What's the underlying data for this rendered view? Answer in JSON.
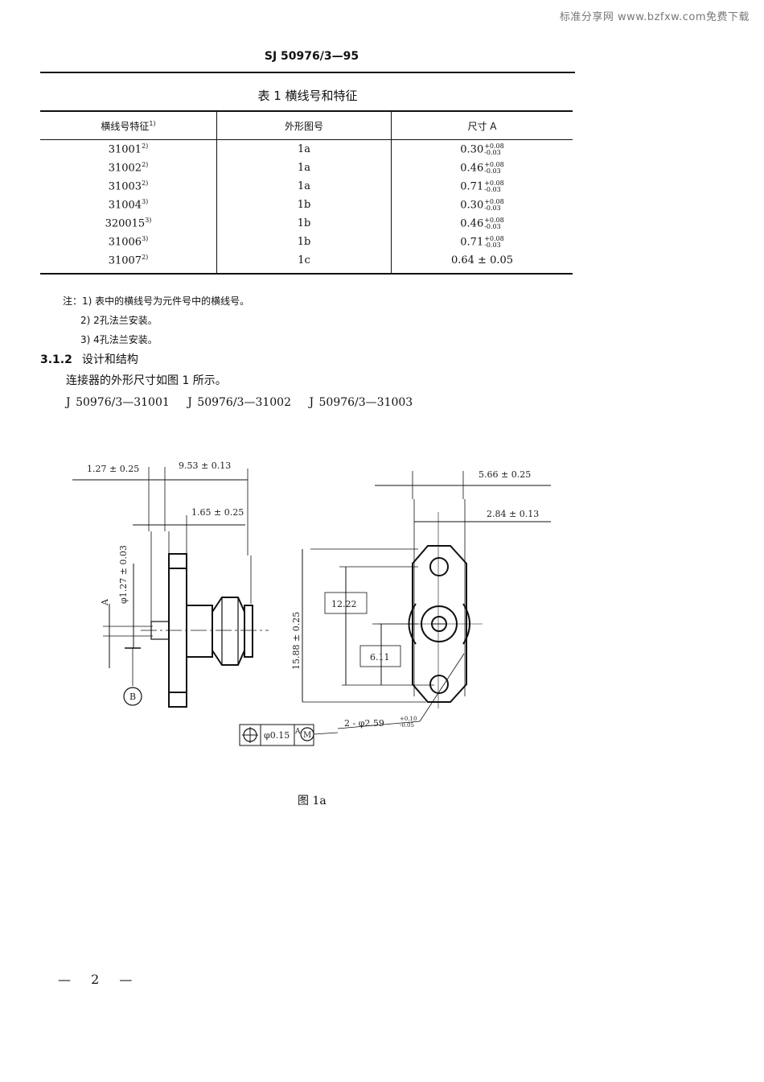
{
  "watermark": "标准分享网 www.bzfxw.com免费下载",
  "header": {
    "doc_id": "SJ 50976/3—95"
  },
  "table": {
    "title": "表 1  横线号和特征",
    "columns": [
      {
        "label": "横线号特征",
        "sup": "1)"
      },
      {
        "label": "外形图号"
      },
      {
        "label": "尺寸 A"
      }
    ],
    "rows": [
      {
        "code": "31001",
        "sup": "2)",
        "fig": "1a",
        "base": "0.30",
        "tol_plus": "+0.08",
        "tol_minus": "-0.03"
      },
      {
        "code": "31002",
        "sup": "2)",
        "fig": "1a",
        "base": "0.46",
        "tol_plus": "+0.08",
        "tol_minus": "-0.03"
      },
      {
        "code": "31003",
        "sup": "2)",
        "fig": "1a",
        "base": "0.71",
        "tol_plus": "+0.08",
        "tol_minus": "-0.03"
      },
      {
        "code": "31004",
        "sup": "3)",
        "fig": "1b",
        "base": "0.30",
        "tol_plus": "+0.08",
        "tol_minus": "-0.03"
      },
      {
        "code": "320015",
        "sup": "3)",
        "fig": "1b",
        "base": "0.46",
        "tol_plus": "+0.08",
        "tol_minus": "-0.03"
      },
      {
        "code": "31006",
        "sup": "3)",
        "fig": "1b",
        "base": "0.71",
        "tol_plus": "+0.08",
        "tol_minus": "-0.03"
      },
      {
        "code": "31007",
        "sup": "2)",
        "fig": "1c",
        "base": "0.64 ± 0.05",
        "tol_plus": "",
        "tol_minus": ""
      }
    ]
  },
  "notes": [
    "注：1)  表中的横线号为元件号中的横线号。",
    "2)  2孔法兰安装。",
    "3)  4孔法兰安装。"
  ],
  "section": {
    "number": "3.1.2",
    "title": "设计和结构"
  },
  "paragraph": "连接器的外形尺寸如图 1 所示。",
  "part_numbers": [
    "J 50976/3—31001",
    "J 50976/3—31002",
    "J 50976/3—31003"
  ],
  "drawing": {
    "side_view": {
      "dim_flange_offset": "1.27 ± 0.25",
      "dim_length": "9.53 ± 0.13",
      "dim_flange_thickness": "1.65 ± 0.25",
      "dim_pin_diameter": "φ1.27 ± 0.03",
      "label_a": "A",
      "datum": "B"
    },
    "front_view": {
      "dim_width": "5.66 ± 0.25",
      "dim_half_width": "2.84 ± 0.13",
      "dim_height": "15.88 ± 0.25",
      "dim_hole_spacing": "12.22",
      "dim_half_spacing": "6.11",
      "hole_callout": "2 - φ2.59",
      "hole_tol_plus": "+0.10",
      "hole_tol_minus": "-0.05",
      "position_tolerance": "φ0.15",
      "datum_ref": "A",
      "modifier": "M"
    }
  },
  "figure_caption": "图 1a",
  "page_number": "— 2 —"
}
